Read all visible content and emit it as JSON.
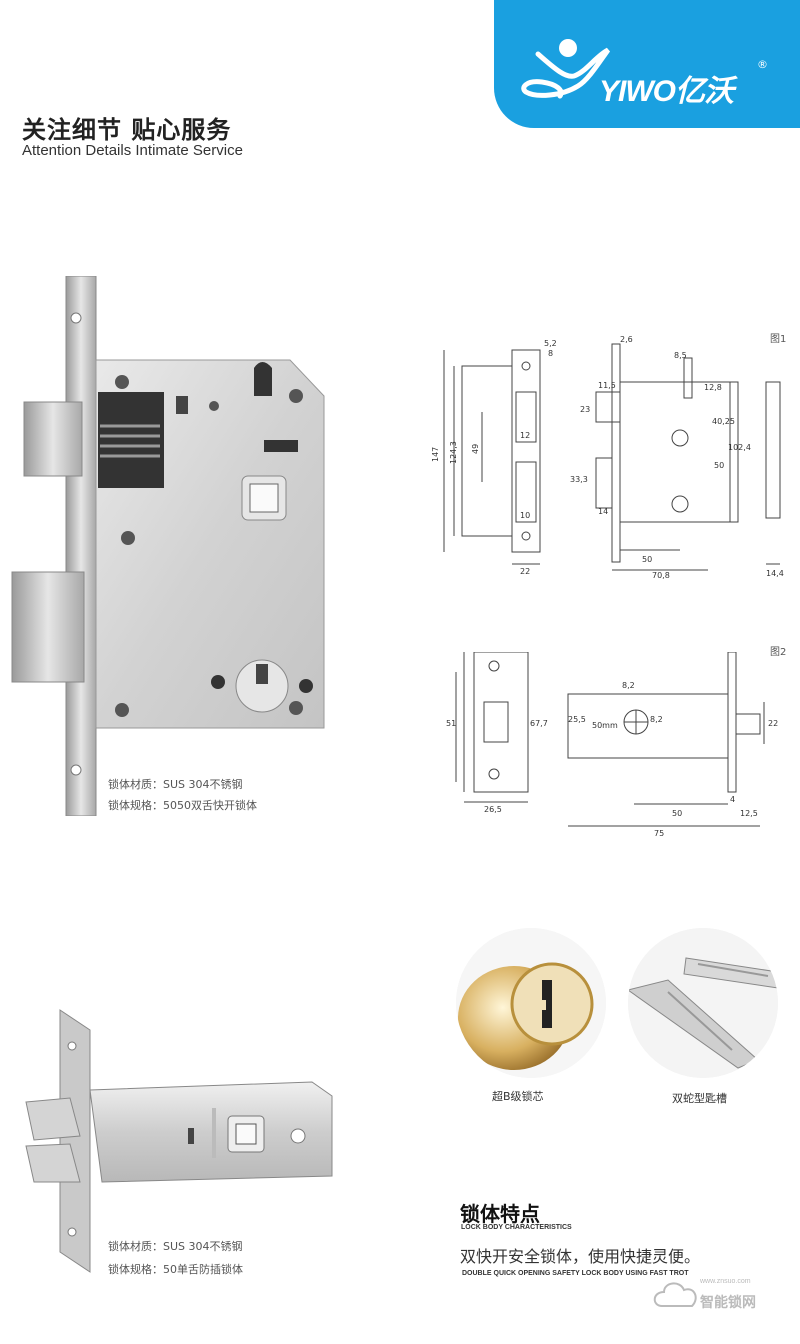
{
  "brand": {
    "name": "YIWO亿沃",
    "reg_mark": "®",
    "banner_color": "#1aa0e0"
  },
  "header": {
    "title_cn": "关注细节 贴心服务",
    "title_en": "Attention Details Intimate Service"
  },
  "product1": {
    "material": "锁体材质：SUS 304不锈钢",
    "spec": "锁体规格：5050双舌快开锁体"
  },
  "figure1": {
    "label": "图1",
    "dims": [
      "5,2",
      "8",
      "147",
      "124,3",
      "49",
      "12",
      "10",
      "22",
      "2,6",
      "8,5",
      "11,5",
      "12,8",
      "23",
      "40,25",
      "102,4",
      "50",
      "33,3",
      "14",
      "50",
      "70,8",
      "14,4"
    ]
  },
  "figure2": {
    "label": "图2",
    "dims": [
      "51",
      "67,7",
      "26,5",
      "8,2",
      "25,5",
      "50mm",
      "8,2",
      "22",
      "50",
      "4",
      "12,5",
      "75"
    ]
  },
  "details": [
    {
      "caption": "超B级锁芯"
    },
    {
      "caption": "双蛇型匙槽"
    }
  ],
  "product2": {
    "material": "锁体材质：SUS 304不锈钢",
    "spec": "锁体规格：50单舌防插锁体"
  },
  "features": {
    "title": "锁体特点",
    "title_en": "LOCK BODY CHARACTERISTICS",
    "line": "双快开安全锁体，使用快捷灵便。",
    "line_en": "DOUBLE QUICK OPENING SAFETY LOCK BODY USING FAST TROT"
  },
  "watermark": {
    "text": "智能锁网",
    "url": "www.znsuo.com"
  }
}
